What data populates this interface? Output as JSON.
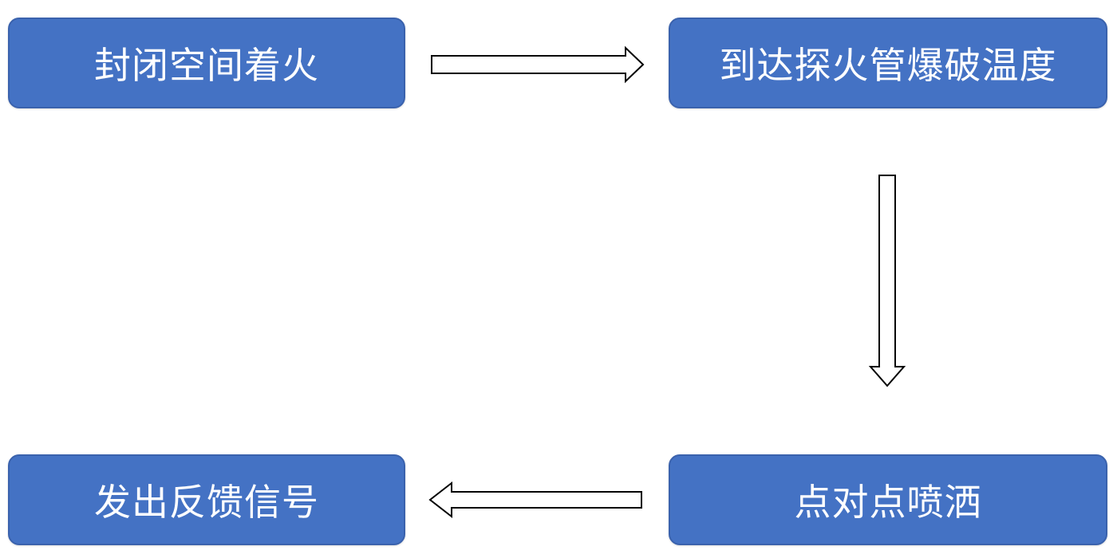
{
  "diagram": {
    "nodes": [
      {
        "id": "n1",
        "label": "封闭空间着火"
      },
      {
        "id": "n2",
        "label": "到达探火管爆破温度"
      },
      {
        "id": "n3",
        "label": "点对点喷洒"
      },
      {
        "id": "n4",
        "label": "发出反馈信号"
      }
    ],
    "edges": [
      {
        "from": "n1",
        "to": "n2"
      },
      {
        "from": "n2",
        "to": "n3"
      },
      {
        "from": "n3",
        "to": "n4"
      }
    ],
    "colors": {
      "node_fill": "#4472c4",
      "node_border": "#3a62ad",
      "node_text": "#ffffff",
      "arrow_fill": "#ffffff",
      "arrow_stroke": "#000000"
    }
  }
}
